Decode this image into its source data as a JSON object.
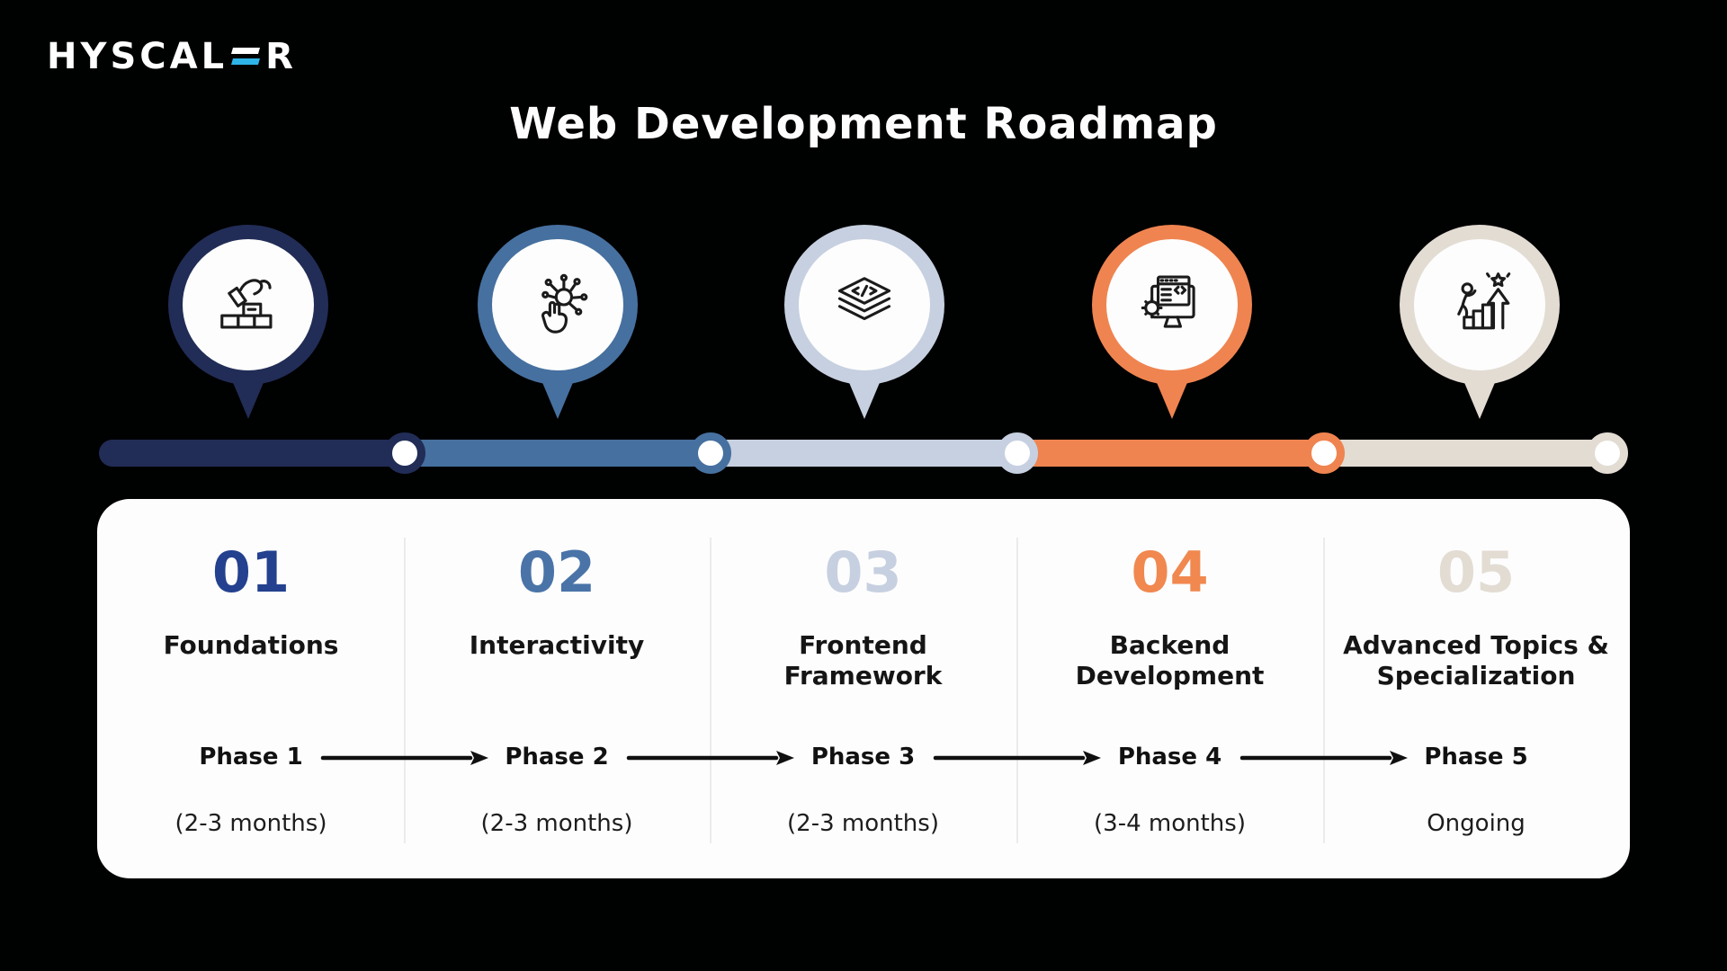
{
  "background_color": "#000101",
  "logo": {
    "prefix": "HYSCAL",
    "suffix": "R",
    "full_text": "HYSCALER",
    "text_color": "#ffffff",
    "accent_color": "#2eb4e8"
  },
  "title": "Web Development Roadmap",
  "timeline": {
    "segment_colors": [
      "#212d56",
      "#46709f",
      "#c6d0e0",
      "#ef8450",
      "#e2dcd3"
    ],
    "dot_fill": "#ffffff"
  },
  "phases": [
    {
      "number": "01",
      "number_color": "#24418f",
      "marker_color": "#212d56",
      "icon": "brick-foundation-icon",
      "title_line1": "Foundations",
      "title_line2": "",
      "phase_label": "Phase 1",
      "duration": "(2-3 months)"
    },
    {
      "number": "02",
      "number_color": "#4a74a8",
      "marker_color": "#46709f",
      "icon": "touch-interaction-icon",
      "title_line1": "Interactivity",
      "title_line2": "",
      "phase_label": "Phase 2",
      "duration": "(2-3 months)"
    },
    {
      "number": "03",
      "number_color": "#c6d0e0",
      "marker_color": "#c6d0e0",
      "icon": "code-layers-icon",
      "title_line1": "Frontend",
      "title_line2": "Framework",
      "phase_label": "Phase 3",
      "duration": "(2-3 months)"
    },
    {
      "number": "04",
      "number_color": "#f0884f",
      "marker_color": "#ef8450",
      "icon": "backend-monitor-icon",
      "title_line1": "Backend",
      "title_line2": "Development",
      "phase_label": "Phase 4",
      "duration": "(3-4 months)"
    },
    {
      "number": "05",
      "number_color": "#e2dcd3",
      "marker_color": "#e2dcd3",
      "icon": "growth-steps-icon",
      "title_line1": "Advanced Topics &",
      "title_line2": "Specialization",
      "phase_label": "Phase 5",
      "duration": "Ongoing"
    }
  ]
}
